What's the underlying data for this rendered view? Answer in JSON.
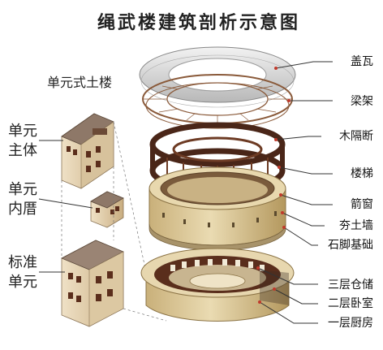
{
  "title": "绳武楼建筑剖析示意图",
  "left_panel": {
    "title": "单元式土楼",
    "labels": [
      {
        "line1": "单元",
        "line2": "主体"
      },
      {
        "line1": "单元",
        "line2": "内厝"
      },
      {
        "line1": "标准",
        "line2": "单元"
      }
    ]
  },
  "callouts": [
    "盖瓦",
    "梁架",
    "木隔断",
    "楼梯",
    "箭窗",
    "夯土墙",
    "石脚基础",
    "三层仓储",
    "二层卧室",
    "一层厨房"
  ],
  "colors": {
    "wall": "#e3d2a4",
    "wall_dark": "#b99d62",
    "timber": "#5b2e1c",
    "roof": "#d8d8d8",
    "callout_line": "#333333",
    "accent_dot": "#c0392b"
  }
}
